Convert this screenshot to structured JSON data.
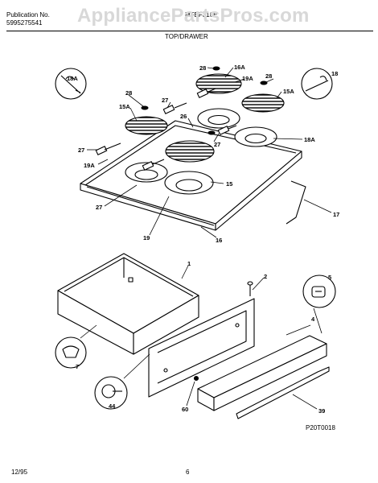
{
  "header": {
    "publication_label": "Publication No.",
    "publication_number": "5995275541",
    "model": "MFEF316E",
    "section": "TOP/DRAWER"
  },
  "watermark": "AppliancePartsPros.com",
  "callouts": {
    "c28a": "28",
    "c16Aa": "16A",
    "c18Aa": "18A",
    "c28b": "28",
    "c19Aa": "19A",
    "c28c": "28",
    "c18": "18",
    "c15Aa": "15A",
    "c15Ab": "15A",
    "c27a": "27",
    "c26": "26",
    "c27b": "27",
    "c18Ab": "18A",
    "c27c": "27",
    "c19Ab": "19A",
    "c15": "15",
    "c27d": "27",
    "c19": "19",
    "c16": "16",
    "c17": "17",
    "c1": "1",
    "c2": "2",
    "c5": "5",
    "c4": "4",
    "c7": "7",
    "c44": "44",
    "c60": "60",
    "c39": "39"
  },
  "figure_code": "P20T0018",
  "footer": {
    "date": "12/95",
    "page": "6"
  }
}
